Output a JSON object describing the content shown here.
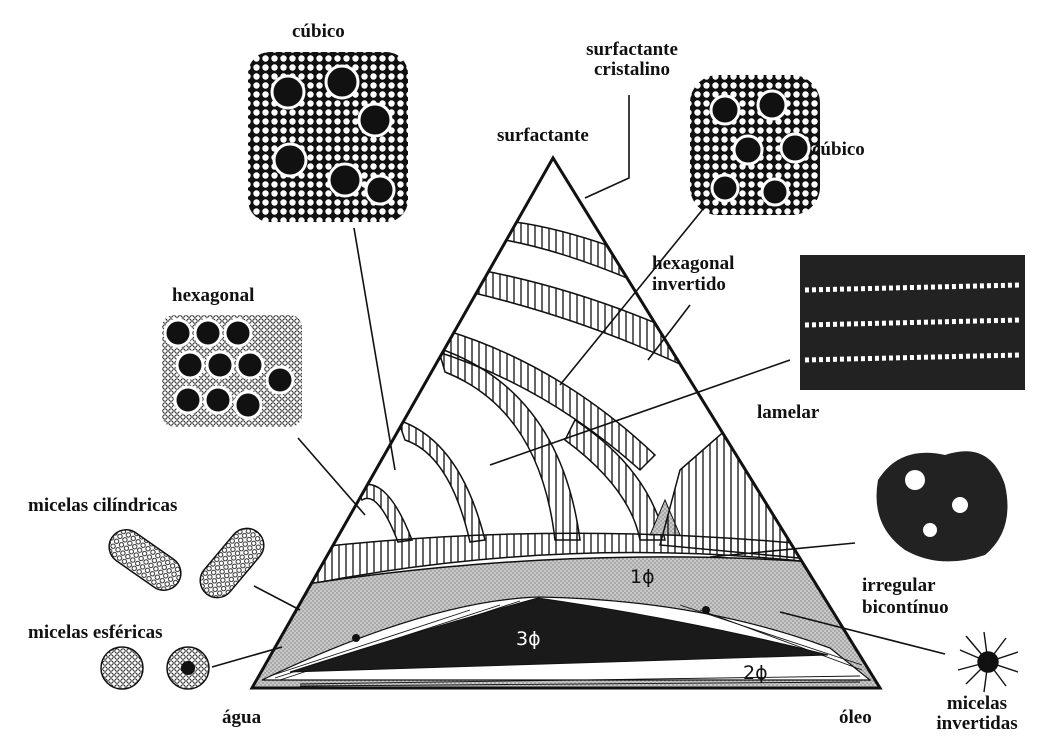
{
  "labels": {
    "surfactante": "surfactante",
    "surfactante_cristalino": "surfactante cristalino",
    "cubico_left": "cúbico",
    "cubico_right": "cúbico",
    "hexagonal": "hexagonal",
    "hexagonal_invertido": "hexagonal invertido",
    "lamelar": "lamelar",
    "micelas_cilindricas": "micelas cilíndricas",
    "micelas_esfericas": "micelas esféricas",
    "irregular_bicontinuo": "irregular bicontínuo",
    "micelas_invertidas": "micelas invertidas",
    "agua": "água",
    "oleo": "óleo"
  },
  "phases": {
    "one_phase": "1ϕ",
    "two_phase": "2ϕ",
    "three_phase": "3ϕ"
  },
  "colors": {
    "ink": "#111111",
    "dotted_region": "#bdbdbd",
    "three_phase_fill": "#1a1a1a"
  }
}
